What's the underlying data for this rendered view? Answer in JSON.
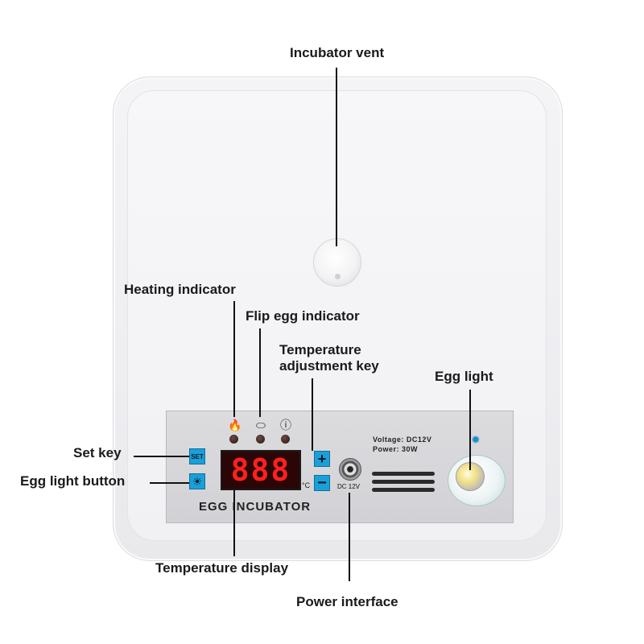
{
  "labels": {
    "incubator_vent": "Incubator vent",
    "heating_indicator": "Heating indicator",
    "flip_egg_indicator": "Flip egg indicator",
    "temperature_adjustment_key_line1": "Temperature",
    "temperature_adjustment_key_line2": "adjustment key",
    "egg_light": "Egg light",
    "set_key": "Set key",
    "egg_light_button": "Egg light button",
    "temperature_display": "Temperature display",
    "power_interface": "Power interface"
  },
  "panel": {
    "brand": "EGG INCUBATOR",
    "display_value": "888",
    "unit": "°C",
    "set_key_label": "SET",
    "plus_key_label": "+",
    "minus_key_label": "−",
    "dc_label": "DC 12V",
    "voltage": "Voltage: DC12V",
    "power": "Power: 30W"
  },
  "icons": {
    "heating": "flame-icon",
    "flip_egg": "egg-icon",
    "alarm": "alert-icon",
    "egg_light_key": "sun-icon",
    "egg_light": "sun-icon"
  },
  "colors": {
    "display_background": "#2b0606",
    "display_digits": "#ff2020",
    "key_blue": "#1aa0d8",
    "panel": "#d6d6d9",
    "led_off": "#3a2620"
  }
}
